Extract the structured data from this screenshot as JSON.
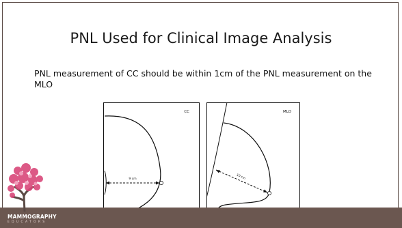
{
  "slide": {
    "title": "PNL Used for Clinical Image Analysis",
    "body": "PNL measurement of CC should be within 1cm of the PNL measurement on the MLO"
  },
  "figures": {
    "cc": {
      "view_label": "CC",
      "measurement": "9 cm"
    },
    "mlo": {
      "view_label": "MLO",
      "measurement": "10 cm"
    }
  },
  "logo": {
    "name": "MAMMOGRAPHY",
    "subtitle": "EDUCATORS"
  },
  "colors": {
    "footer": "#6b5750",
    "blossom": "#d9487a",
    "trunk": "#5a4a45"
  }
}
